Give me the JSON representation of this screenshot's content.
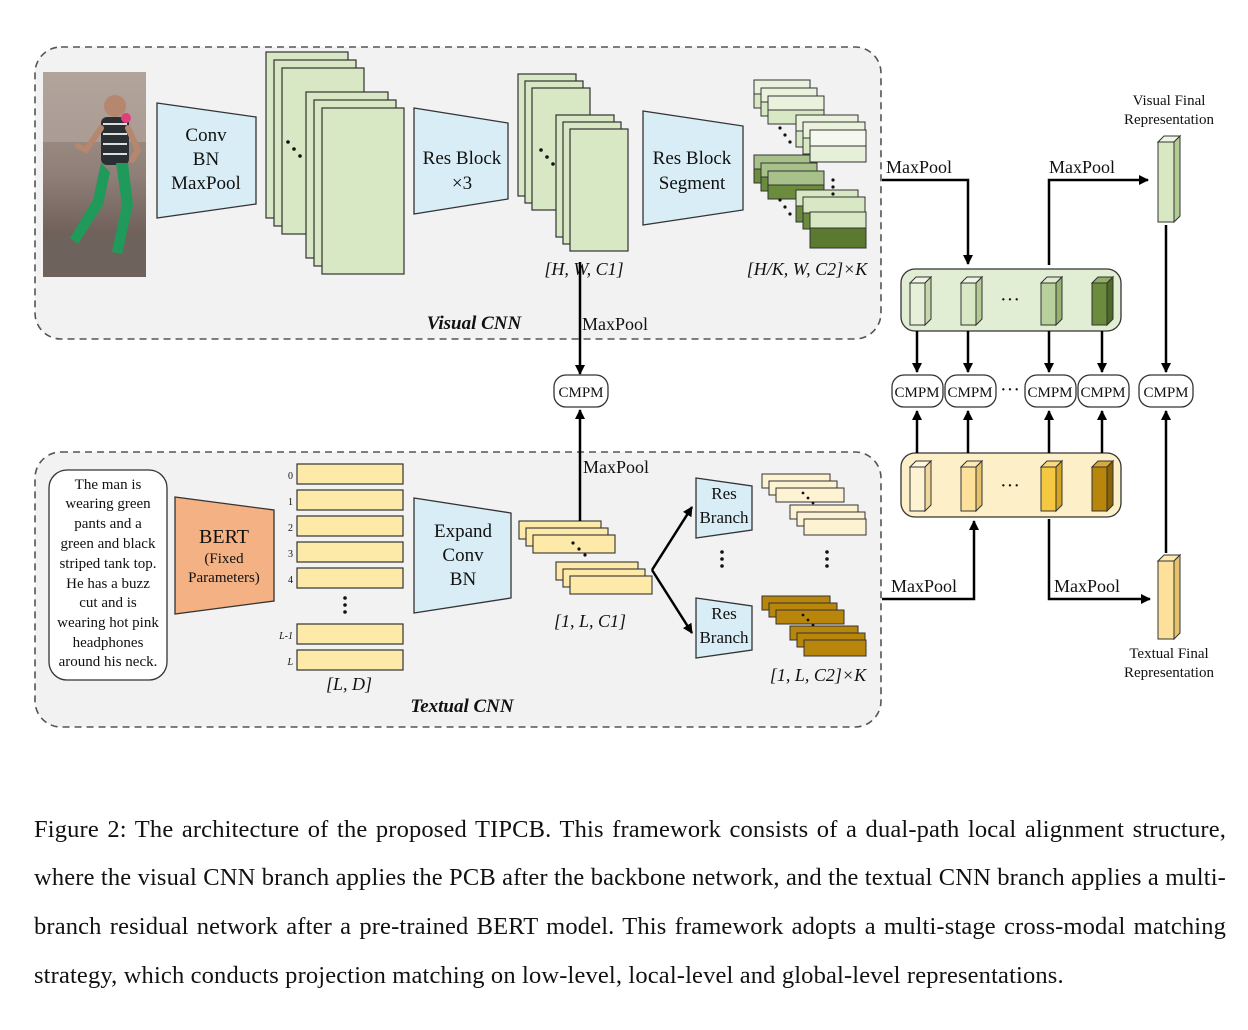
{
  "visual_cnn": {
    "title": "Visual CNN",
    "conv_block": [
      "Conv",
      "BN",
      "MaxPool"
    ],
    "res_block": [
      "Res Block",
      "×3"
    ],
    "res_segment": [
      "Res Block",
      "Segment"
    ],
    "dim_c1": "[H, W, C1]",
    "dim_k": "[H/K, W, C2]×K"
  },
  "textual_cnn": {
    "title": "Textual CNN",
    "sentence": [
      "The man is",
      "wearing green",
      "pants and a",
      "green and black",
      "striped tank top.",
      "He has a buzz",
      "cut and is",
      "wearing hot pink",
      "headphones",
      "around his neck."
    ],
    "bert": [
      "BERT",
      "(Fixed",
      "Parameters)"
    ],
    "token_indices": [
      "0",
      "1",
      "2",
      "3",
      "4",
      "L-1",
      "L"
    ],
    "dim_ld": "[L, D]",
    "expand": [
      "Expand",
      "Conv",
      "BN"
    ],
    "dim_c1": "[1, L, C1]",
    "res_branch": [
      "Res",
      "Branch"
    ],
    "dim_k": "[1, L, C2]×K"
  },
  "labels": {
    "maxpool": "MaxPool",
    "cmpm": "CMPM",
    "ellipsis": "···",
    "visual_final": [
      "Visual Final",
      "Representation"
    ],
    "textual_final": [
      "Textual Final",
      "Representation"
    ]
  },
  "colors": {
    "visual_green": "#d8e8c4",
    "visual_dark_green": "#6b8c3c",
    "text_yellow": "#fde9a8",
    "text_dark_gold": "#b8860b",
    "module_blue": "#d8edf5",
    "bert_orange": "#f4b183",
    "panel_gray": "#f2f2f2"
  },
  "caption": "Figure 2: The architecture of the proposed TIPCB. This framework consists of a dual-path local alignment structure, where the visual CNN branch applies the PCB after the backbone network, and the textual CNN branch applies a multi-branch residual network after a pre-trained BERT model. This framework adopts a multi-stage cross-modal matching strategy, which conducts projection matching on low-level, local-level and global-level representations."
}
